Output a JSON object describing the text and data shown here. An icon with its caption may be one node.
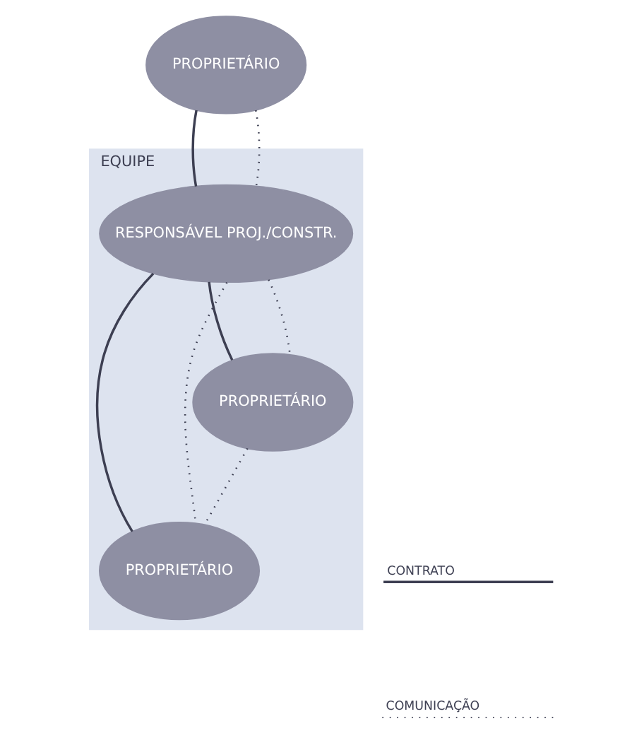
{
  "diagram": {
    "nodes": [
      {
        "text": [
          "PROPRIETÁRIO"
        ]
      },
      {
        "text": [
          "EQUIPE"
        ]
      },
      {
        "text": [
          "RESPONSÁVEL PROJ./CONSTR."
        ],
        "in": 1
      },
      {
        "text": [
          "PROPRIETÁRIO"
        ],
        "in": 1
      },
      {
        "text": [
          "PROPRIETÁRIO"
        ],
        "in": 1
      }
    ],
    "edges": [
      {
        "from": 0,
        "to": 2,
        "arrow": "none"
      },
      {
        "from": 0,
        "to": 2,
        "arrow": "none",
        "style": "dashed"
      },
      {
        "from": 2,
        "to": 3,
        "arrow": "none"
      },
      {
        "from": 2,
        "to": 3,
        "arrow": "none",
        "style": "dashed"
      },
      {
        "from": 2,
        "to": 4,
        "arrow": "none"
      },
      {
        "from": 2,
        "to": 4,
        "arrow": "none",
        "style": "dashed"
      },
      {
        "from": 3,
        "to": 4,
        "arrow": "none",
        "style": "dashed"
      }
    ],
    "legend": [
      {
        "text": "CONTRATO"
      },
      {
        "text": "COMUNICAÇÃO"
      }
    ]
  }
}
